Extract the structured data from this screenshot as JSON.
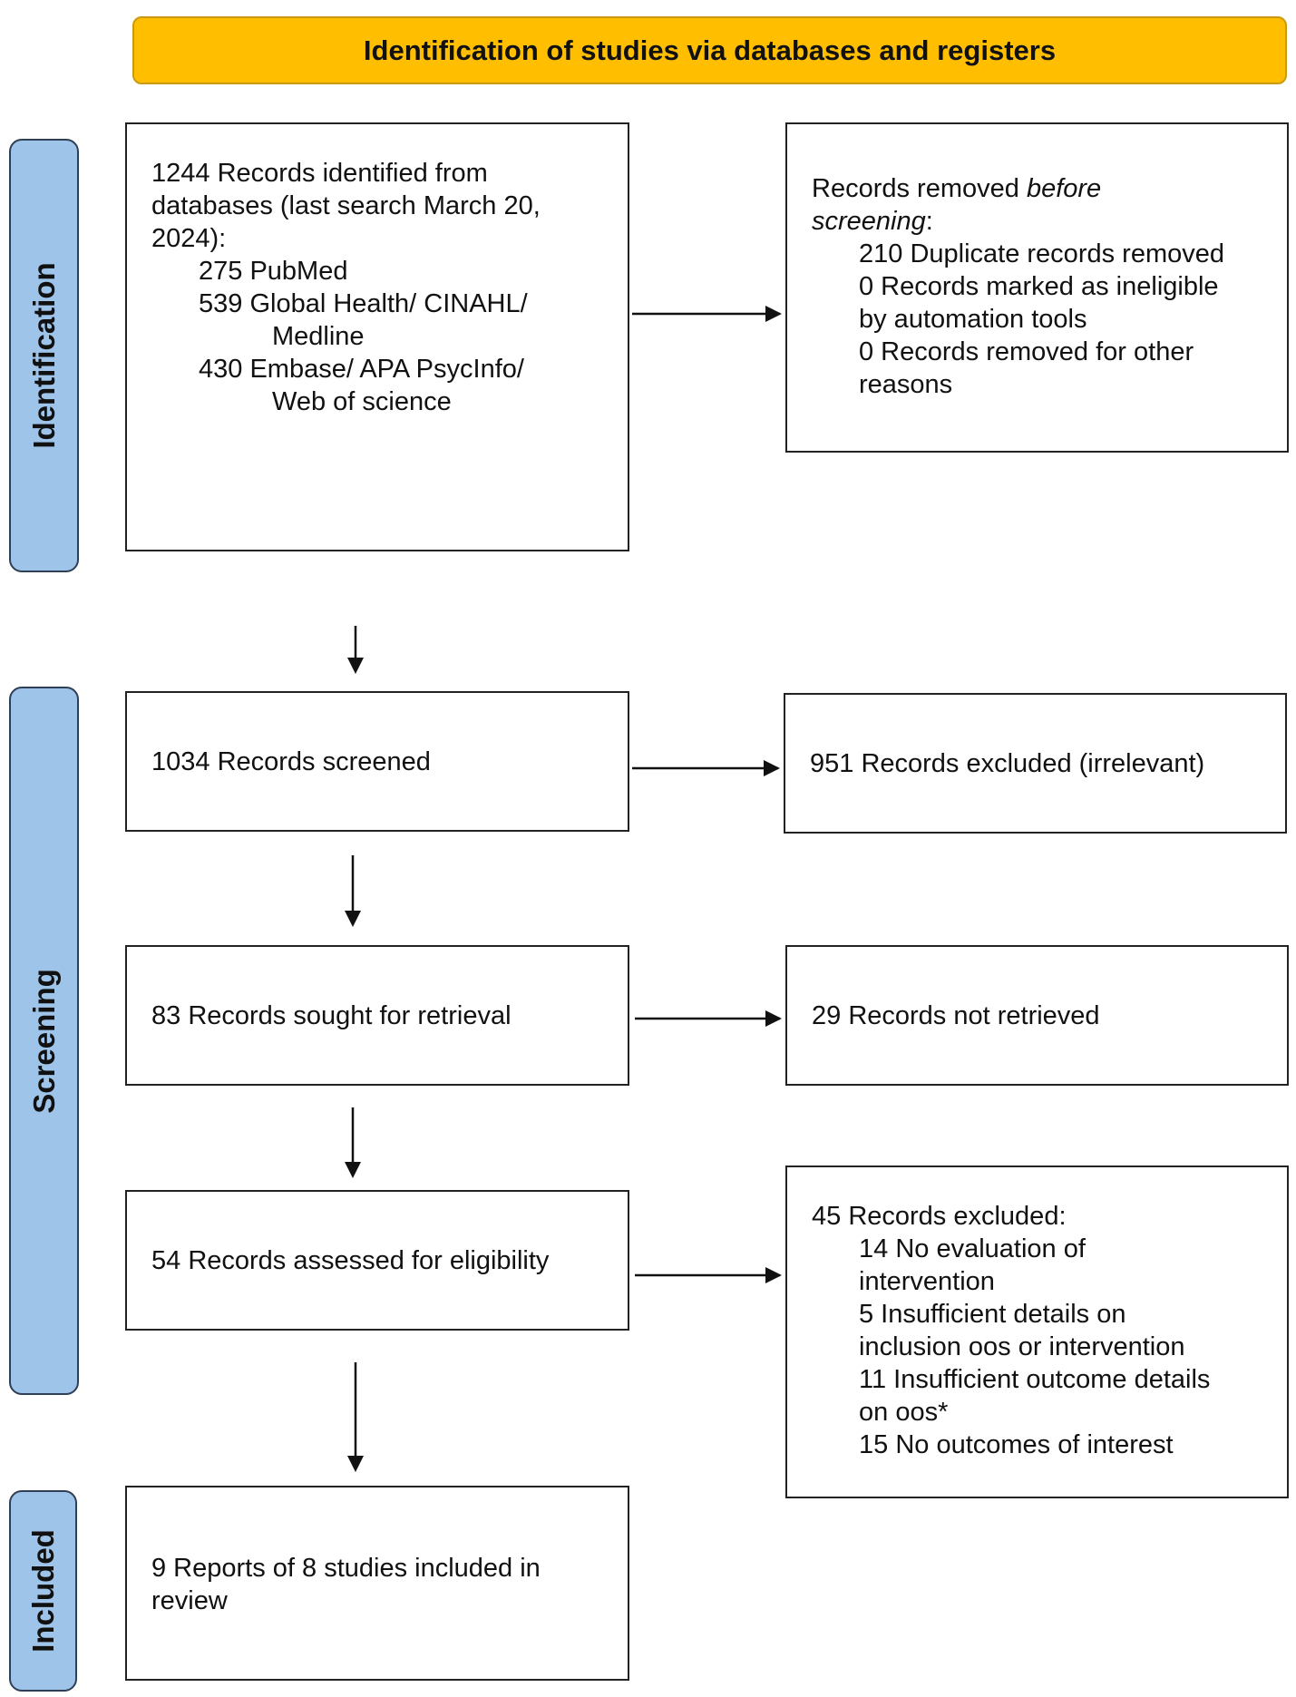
{
  "header": {
    "title": "Identification of studies via databases and registers"
  },
  "stages": {
    "identification": "Identification",
    "screening": "Screening",
    "included": "Included"
  },
  "identified": {
    "line1": "1244 Records identified from",
    "line2": "databases (last search March 20,",
    "line3": "2024):",
    "src1": "275 PubMed",
    "src2_a": "539 Global Health/ CINAHL/",
    "src2_b": "Medline",
    "src3_a": "430 Embase/ APA PsycInfo/",
    "src3_b": "Web of science"
  },
  "removed": {
    "title_a": "Records removed ",
    "title_italic": "before",
    "title_b_italic": "screening",
    "title_b": ":",
    "item1": "210 Duplicate records removed",
    "item2_a": "0 Records marked as ineligible",
    "item2_b": "by automation tools",
    "item3_a": "0 Records removed for other",
    "item3_b": "reasons"
  },
  "screened": {
    "text": "1034 Records screened"
  },
  "excluded_irrelevant": {
    "text": "951 Records excluded (irrelevant)"
  },
  "sought": {
    "text": "83 Records sought for retrieval"
  },
  "not_retrieved": {
    "text": "29 Records not retrieved"
  },
  "assessed": {
    "text": "54 Records assessed for eligibility"
  },
  "excluded_reasons": {
    "title": "45 Records excluded:",
    "r1_a": "14 No evaluation of",
    "r1_b": "intervention",
    "r2_a": "5 Insufficient details on",
    "r2_b": "inclusion oos or intervention",
    "r3_a": "11 Insufficient outcome details",
    "r3_b": "on oos*",
    "r4": "15 No outcomes of interest"
  },
  "included_box": {
    "line1": "9 Reports of 8 studies included in",
    "line2": "review"
  }
}
